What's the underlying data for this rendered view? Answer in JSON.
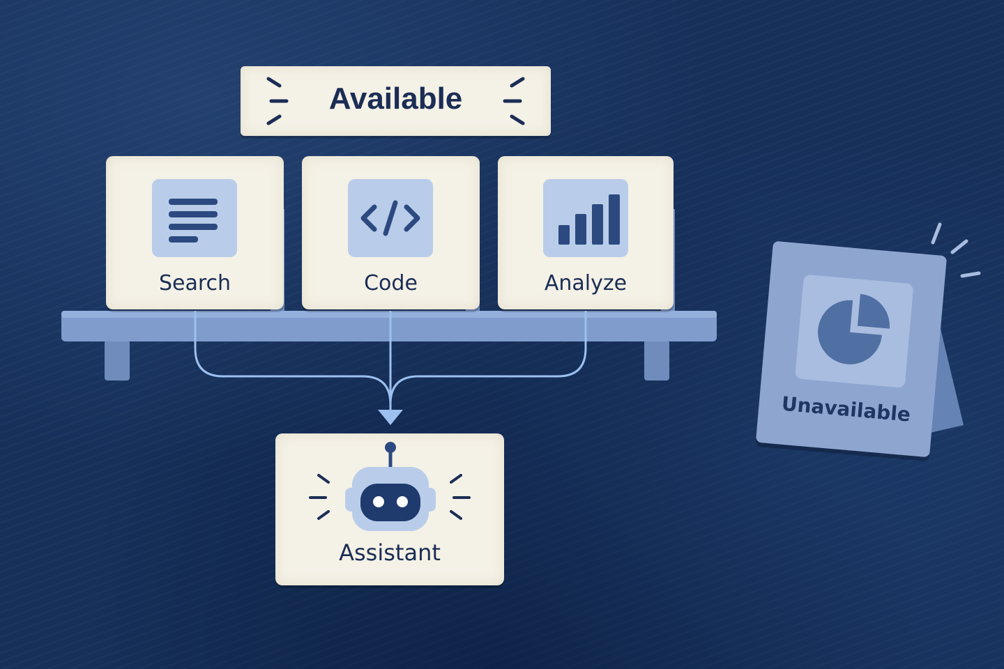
{
  "header": {
    "label": "Available"
  },
  "tools": [
    {
      "label": "Search",
      "icon": "search-list-icon"
    },
    {
      "label": "Code",
      "icon": "code-icon"
    },
    {
      "label": "Analyze",
      "icon": "bar-chart-icon"
    }
  ],
  "assistant": {
    "label": "Assistant",
    "icon": "robot-icon"
  },
  "unavailable": {
    "label": "Unavailable",
    "icon": "pie-chart-icon"
  },
  "colors": {
    "background": "#16305a",
    "card": "#f4f1e6",
    "ink": "#1b2d55",
    "tile": "#b9cdea",
    "shelf": "#7f9ccc",
    "connector": "#9cc0f0",
    "unavailable_card": "#8ea6cf"
  }
}
